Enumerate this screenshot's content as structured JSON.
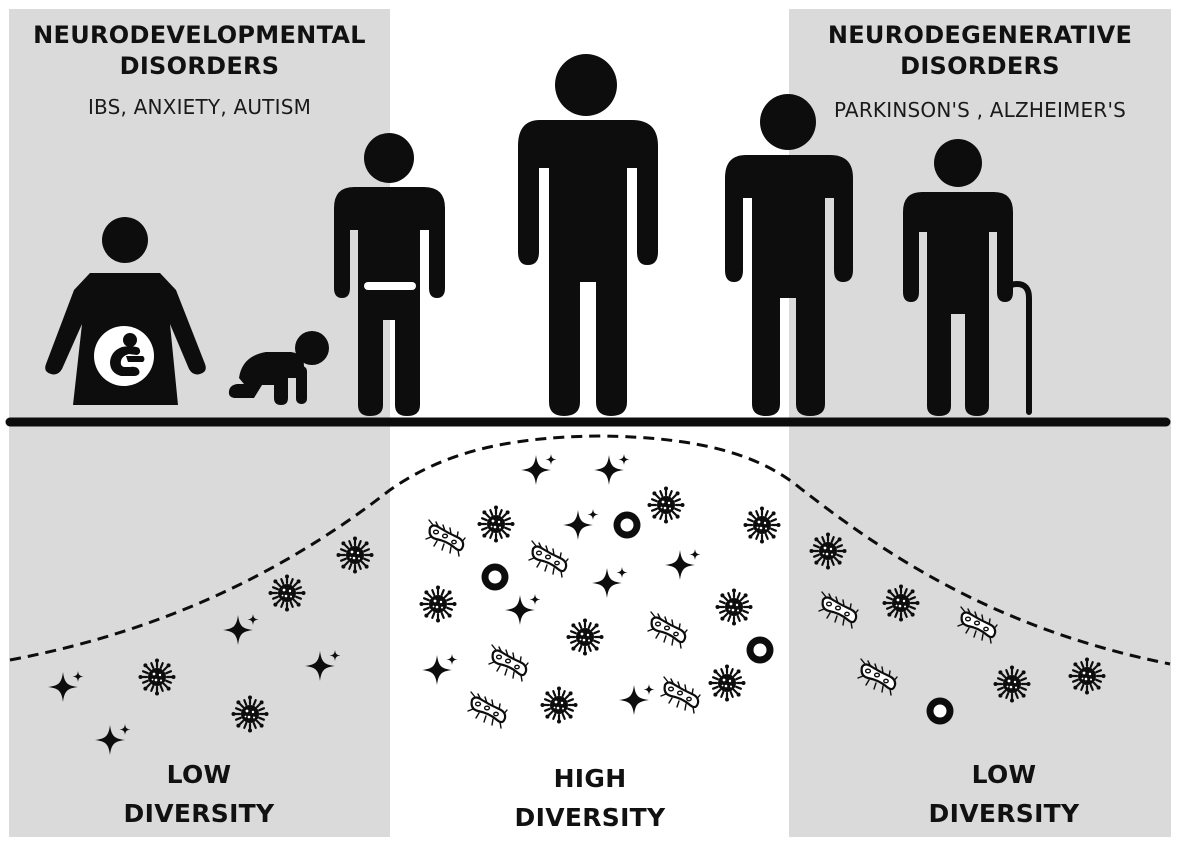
{
  "left_panel": {
    "title_line1": "NEURODEVELOPMENTAL",
    "title_line2": "DISORDERS",
    "examples": "IBS, ANXIETY, AUTISM",
    "diversity_line1": "LOW",
    "diversity_line2": "DIVERSITY"
  },
  "center_panel": {
    "diversity_line1": "HIGH",
    "diversity_line2": "DIVERSITY"
  },
  "right_panel": {
    "title_line1": "NEURODEGENERATIVE",
    "title_line2": "DISORDERS",
    "examples": "PARKINSON'S , ALZHEIMER'S",
    "diversity_line1": "LOW",
    "diversity_line2": "DIVERSITY"
  },
  "figures": [
    "pregnant-woman",
    "crawling-baby",
    "child",
    "adult",
    "middle-aged-adult",
    "elderly-person-with-cane"
  ],
  "microbe_types": [
    "virus-icon",
    "sparkle-icon",
    "bacterium-icon",
    "ring-icon"
  ],
  "colors": {
    "panel_gray": "#dadada",
    "center_white": "#ffffff",
    "ink": "#0d0d0d"
  }
}
